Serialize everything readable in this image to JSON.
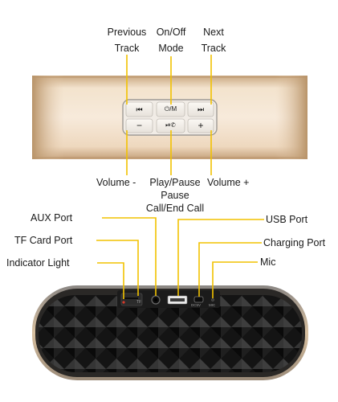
{
  "top_labels": {
    "previous": [
      "Previous",
      "Track"
    ],
    "power": [
      "On/Off",
      "Mode"
    ],
    "next": [
      "Next",
      "Track"
    ],
    "volume_down": "Volume -",
    "play_pause": [
      "Play/Pause",
      "Pause",
      "Call/End Call"
    ],
    "volume_up": "Volume +"
  },
  "button_glyphs": {
    "prev": "⏮",
    "power_mode": "⏻/M",
    "next": "⏭",
    "minus": "−",
    "play_call": "⏯✆",
    "plus": "+"
  },
  "port_labels": {
    "aux": "AUX Port",
    "tf": "TF Card Port",
    "indicator": "Indicator Light",
    "usb": "USB Port",
    "charging": "Charging Port",
    "mic": "Mic"
  },
  "port_tiny": {
    "tf": "TF",
    "dcin": "DC5V",
    "mic": "MIC"
  },
  "colors": {
    "leader": "#f2c200",
    "gold": "#dcc3a4",
    "grille": "#1d1d1d"
  }
}
